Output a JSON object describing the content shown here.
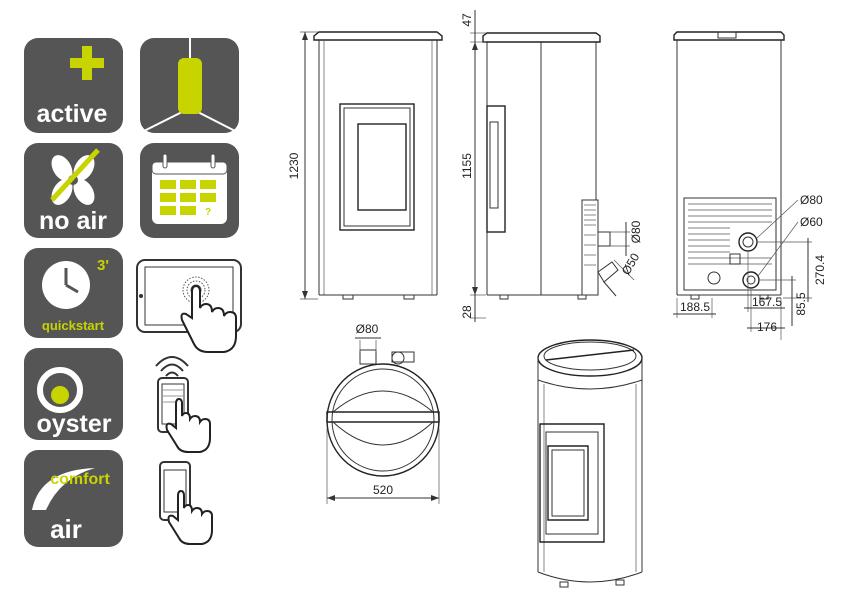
{
  "icons": {
    "active": {
      "label": "active"
    },
    "no_air": {
      "label": "no air"
    },
    "quickstart": {
      "label": "quickstart",
      "badge": "3'"
    },
    "oyster": {
      "label": "oyster"
    },
    "comfort_air": {
      "label_top": "comfort",
      "label_bottom": "air"
    },
    "calendar_badge": "?"
  },
  "dimensions": {
    "height_total": "1230",
    "top_offset": "47",
    "height_body": "1155",
    "foot_height": "28",
    "flue_diameter_side": "Ø80",
    "air_inlet_diameter_side": "Ø50",
    "flue_diameter_rear": "Ø80",
    "air_inlet_diameter_rear": "Ø60",
    "rear_left_offset": "188.5",
    "rear_flue_offset": "167.5",
    "rear_inlet_offset": "176",
    "rear_height_flue": "270.4",
    "rear_height_inlet": "85.5",
    "top_flue_diameter": "Ø80",
    "top_width": "520"
  },
  "colors": {
    "tile": "#555555",
    "accent": "#c8d400",
    "line": "#333333"
  }
}
